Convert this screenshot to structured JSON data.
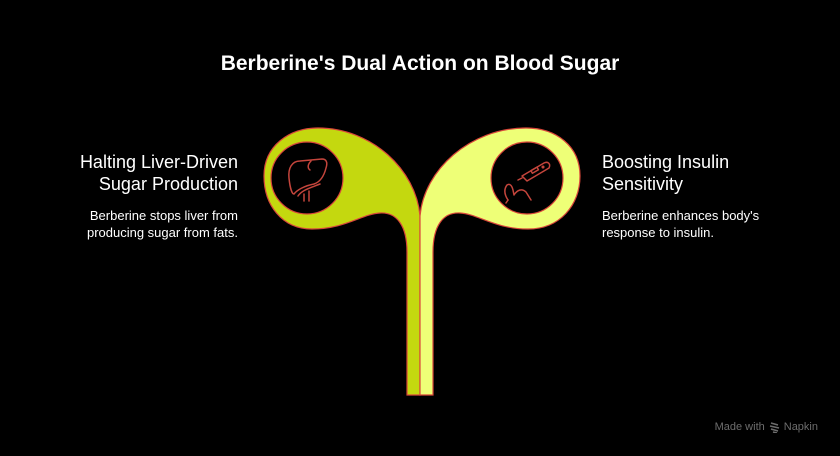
{
  "title": "Berberine's Dual Action on Blood Sugar",
  "left": {
    "heading": "Halting Liver-Driven Sugar Production",
    "body": "Berberine stops liver from producing sugar from fats.",
    "icon": "liver-icon"
  },
  "right": {
    "heading": "Boosting Insulin Sensitivity",
    "body": "Berberine enhances body's response to insulin.",
    "icon": "glucose-test-icon"
  },
  "colors": {
    "left_leaf": "#c4d80f",
    "right_leaf": "#eeff77",
    "outline": "#d9473a",
    "background": "#000000"
  },
  "branding": {
    "prefix": "Made with",
    "name": "Napkin"
  }
}
